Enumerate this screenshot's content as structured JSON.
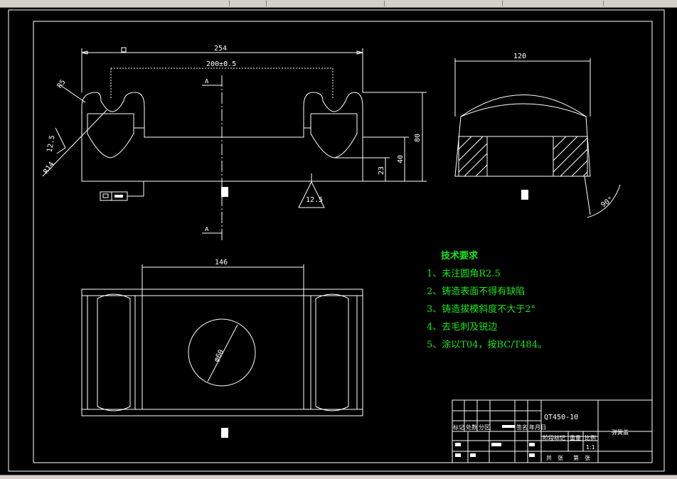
{
  "dimensions": {
    "overall_length": "254",
    "inner_span": "200±0.5",
    "radius_small": "R5",
    "radius_large": "R14",
    "surface_left": "12.5",
    "height_total": "80",
    "height_mid": "40",
    "height_low": "23",
    "surface_bottom": "12.5",
    "side_width": "120",
    "angle": "90°",
    "top_width": "146",
    "hole_diameter": "φ60"
  },
  "section_marks": [
    "A",
    "A"
  ],
  "tech_requirements": {
    "title": "技术要求",
    "items": [
      "1、未注圆角R2.5",
      "2、铸造表面不得有缺陷",
      "3、铸造拔模斜度不大于2°",
      "4、去毛刺及锐边",
      "5、涂以T04，按BC/T484。"
    ]
  },
  "title_block": {
    "material": "QT450-10",
    "part_name": "弹簧盖",
    "header_labels": [
      "标记",
      "处数",
      "分区",
      "签名",
      "年月日"
    ],
    "stage_labels": [
      "阶段标记",
      "重量",
      "比例"
    ],
    "scale": "1:1",
    "sheet_labels": [
      "共",
      "张",
      "第",
      "张"
    ]
  },
  "colors": {
    "line": "#ffffff",
    "annotation": "#19e619",
    "background": "#000000"
  }
}
